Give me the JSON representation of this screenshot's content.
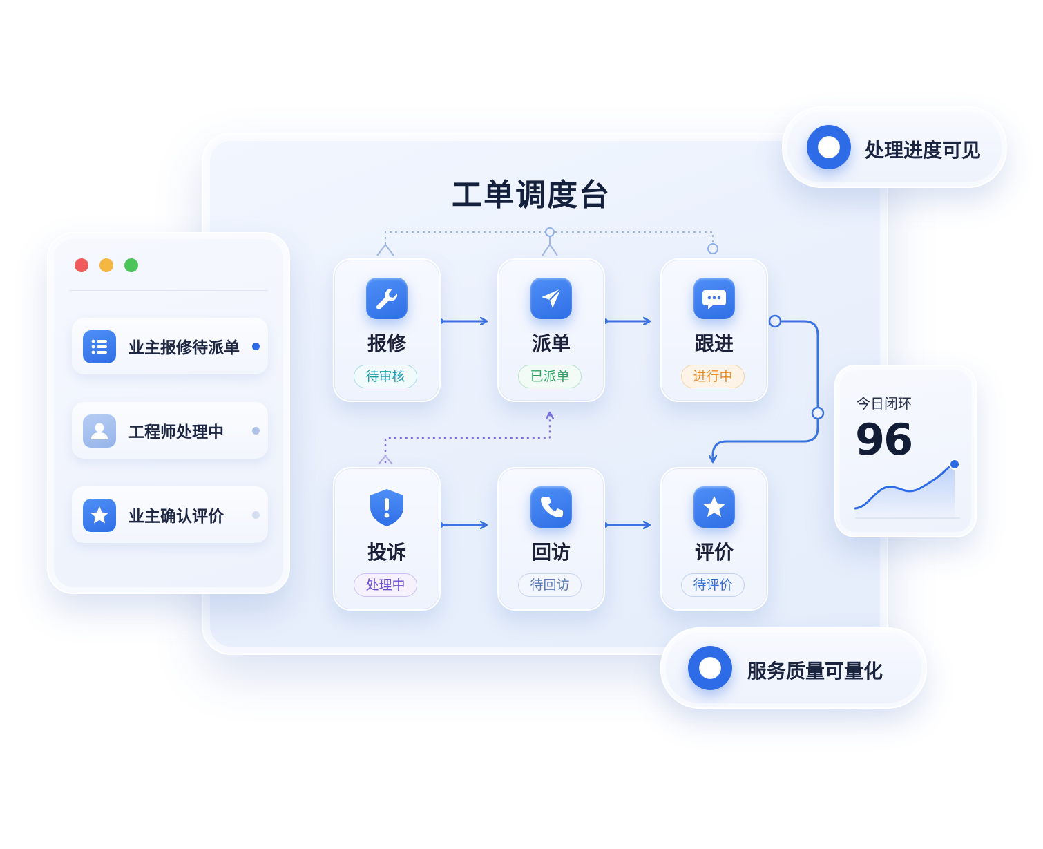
{
  "board": {
    "title": "工单调度台"
  },
  "flow": {
    "nodes": [
      {
        "label": "报修",
        "status": "待审核",
        "icon": "wrench-icon"
      },
      {
        "label": "派单",
        "status": "已派单",
        "icon": "paper-plane-icon"
      },
      {
        "label": "跟进",
        "status": "进行中",
        "icon": "chat-bubble-icon"
      },
      {
        "label": "投诉",
        "status": "处理中",
        "icon": "shield-alert-icon"
      },
      {
        "label": "回访",
        "status": "待回访",
        "icon": "phone-icon"
      },
      {
        "label": "评价",
        "status": "待评价",
        "icon": "star-icon"
      }
    ]
  },
  "panel": {
    "items": [
      {
        "label": "业主报修待派单",
        "icon": "list-icon"
      },
      {
        "label": "工程师处理中",
        "icon": "user-icon"
      },
      {
        "label": "业主确认评价",
        "icon": "star-icon"
      }
    ]
  },
  "pills": {
    "top": {
      "label": "处理进度可见"
    },
    "bottom": {
      "label": "服务质量可量化"
    }
  },
  "stat": {
    "label": "今日闭环",
    "value": "96"
  },
  "colors": {
    "accent": "#2e6be6",
    "window_red": "#ef5a5a",
    "window_yellow": "#f5b642",
    "window_green": "#4cc45a"
  }
}
